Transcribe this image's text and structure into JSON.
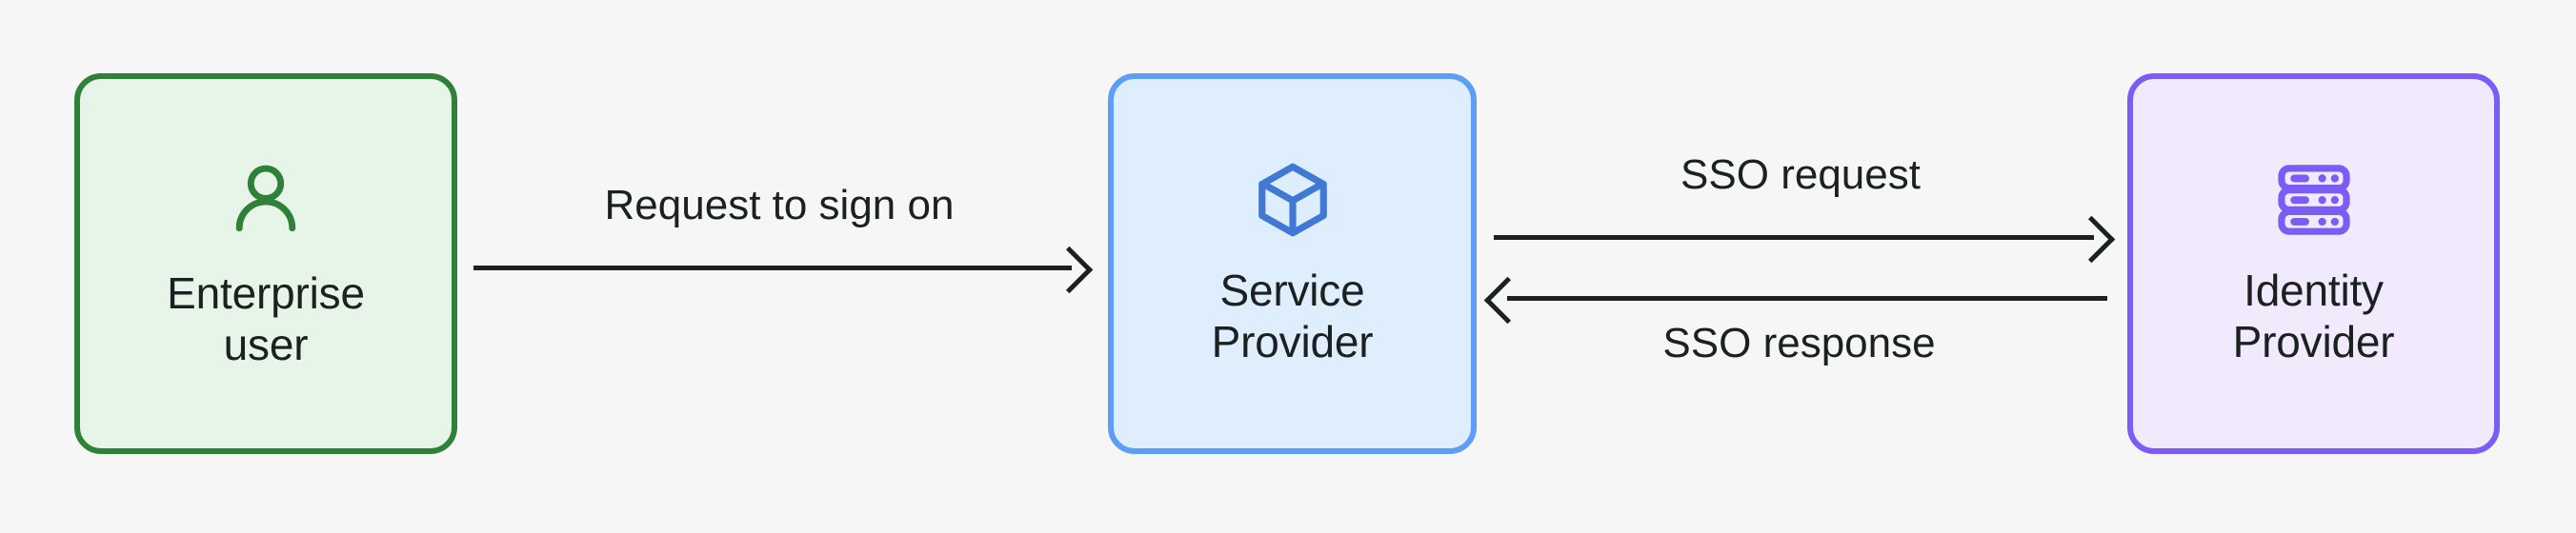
{
  "diagram": {
    "background_color": "#f5f6f5",
    "text_color": "#1b2121",
    "nodes": [
      {
        "id": "enterprise-user",
        "label": "Enterprise\nuser",
        "icon": "person-icon",
        "fill": "#e7f4e8",
        "stroke": "#2f8038"
      },
      {
        "id": "service-provider",
        "label": "Service\nProvider",
        "icon": "cube-icon",
        "fill": "#dfeefd",
        "stroke": "#5c9df5"
      },
      {
        "id": "identity-provider",
        "label": "Identity\nProvider",
        "icon": "server-rack-icon",
        "fill": "#f1eafd",
        "stroke": "#7b5cf5"
      }
    ],
    "edges": [
      {
        "id": "request-to-sign-on",
        "label": "Request to sign on",
        "from": "enterprise-user",
        "to": "service-provider",
        "direction": "right",
        "color": "#1b2121"
      },
      {
        "id": "sso-request",
        "label": "SSO request",
        "from": "service-provider",
        "to": "identity-provider",
        "direction": "right",
        "color": "#1b2121"
      },
      {
        "id": "sso-response",
        "label": "SSO response",
        "from": "identity-provider",
        "to": "service-provider",
        "direction": "left",
        "color": "#1b2121"
      }
    ]
  }
}
